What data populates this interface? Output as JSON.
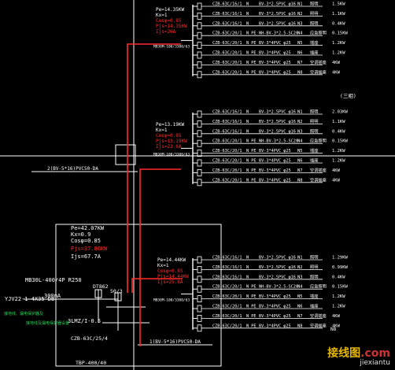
{
  "colors": {
    "background": "#000000",
    "wire": "#ffffff",
    "bus": "#ffffff",
    "red": "#ff2a2a",
    "green": "#2fd35a",
    "label": "#ffffff"
  },
  "annotations": {
    "phase_note": "(三相)",
    "left_feed_1": "2(BV-5*16)PVC50-DA",
    "left_feed_2": "1(BV-5*16)PVC50-DA",
    "main_cable": "YJV22-1-4X35-DB",
    "main_breaker": "MB30L-400/4P R250",
    "rcd": "300mA",
    "breaker2": "DT862",
    "contactor": "3LMZ/I-0.5",
    "cz_breaker": "CZB-63C/25/4",
    "box": "TBP-400/40",
    "note1": "接地线、漏电保护器及",
    "note2": "接地线及漏电保护器设置",
    "w50_3": "50/3",
    "bottom_right_mark": "N8"
  },
  "mains": {
    "title": "Pe=42.07KW",
    "kx": "Kx=0.9",
    "cos": "Cosφ=0.85",
    "pjs": "Pjs=37.86KW",
    "ijs": "Ijs=67.7A"
  },
  "panels": [
    {
      "pe": "Pe=14.35KW",
      "kx": "Kx=1",
      "cos": "Cosφ=0.85",
      "pjs": "Pjs=14.35KW",
      "ijs": "Ijs=26A",
      "busbar_label": "MB30M-100/3300/63",
      "circuits": [
        {
          "breaker": "CZB-63C/16/1",
          "pol": "N",
          "cable": "BV-3*2.5PVC φ16",
          "id": "N1",
          "load": "照明",
          "kw": "1.5KW"
        },
        {
          "breaker": "CZB-63C/16/1",
          "pol": "N",
          "cable": "BV-3*2.5PVC φ16",
          "id": "N2",
          "load": "照明",
          "kw": "1.1KW"
        },
        {
          "breaker": "CZB-63C/16/1",
          "pol": "N",
          "cable": "BV-3*2.5PVC φ16",
          "id": "N3",
          "load": "照明",
          "kw": "0.4KW"
        },
        {
          "breaker": "CZB-63C/20/1",
          "pol": "N PE",
          "cable": "NH-BV-3*2.5-SC20",
          "id": "N4",
          "load": "应急照明",
          "kw": "0.15KW"
        },
        {
          "breaker": "CZB-63C/20/1",
          "pol": "N PE",
          "cable": "BV-3*4PVC φ25",
          "id": "N5",
          "load": "插座",
          "kw": "1.2KW"
        },
        {
          "breaker": "CZB-63C/20/1",
          "pol": "N PE",
          "cable": "BV-3*4PVC φ25",
          "id": "N6",
          "load": "插座",
          "kw": "1.2KW"
        },
        {
          "breaker": "CZB-63C/20/1",
          "pol": "N PE",
          "cable": "BV-3*4PVC φ25",
          "id": "N7",
          "load": "空调插座",
          "kw": "4KW"
        },
        {
          "breaker": "CZB-63C/20/1",
          "pol": "N PE",
          "cable": "BV-3*4PVC φ25",
          "id": "N8",
          "load": "空调插座",
          "kw": "4KW"
        }
      ]
    },
    {
      "pe": "Pe=13.19KW",
      "kx": "Kx=1",
      "cos": "Cosφ=0.85",
      "pjs": "Pjs=13.19KW",
      "ijs": "Ijs=23.6A",
      "busbar_label": "MB30M-100/3300/63",
      "circuits": [
        {
          "breaker": "CZB-63C/16/1",
          "pol": "N",
          "cable": "BV-3*2.5PVC φ16",
          "id": "N1",
          "load": "照明",
          "kw": "2.03KW"
        },
        {
          "breaker": "CZB-63C/16/1",
          "pol": "N",
          "cable": "BV-3*2.5PVC φ16",
          "id": "N2",
          "load": "照明",
          "kw": "1.1KW"
        },
        {
          "breaker": "CZB-63C/16/1",
          "pol": "N",
          "cable": "BV-3*2.5PVC φ16",
          "id": "N3",
          "load": "照明",
          "kw": "0.4KW"
        },
        {
          "breaker": "CZB-63C/20/1",
          "pol": "N PE",
          "cable": "NH-BV-3*2.5-SC20",
          "id": "N4",
          "load": "应急照明",
          "kw": "0.15KW"
        },
        {
          "breaker": "CZB-63C/20/1",
          "pol": "N PE",
          "cable": "BV-3*4PVC φ25",
          "id": "N5",
          "load": "插座",
          "kw": "1.2KW"
        },
        {
          "breaker": "CZB-63C/20/1",
          "pol": "N PE",
          "cable": "BV-3*4PVC φ25",
          "id": "N6",
          "load": "插座",
          "kw": "1.2KW"
        },
        {
          "breaker": "CZB-63C/20/1",
          "pol": "N PE",
          "cable": "BV-3*4PVC φ25",
          "id": "N7",
          "load": "空调插座",
          "kw": "4KW"
        },
        {
          "breaker": "CZB-63C/20/1",
          "pol": "N PE",
          "cable": "BV-3*4PVC φ25",
          "id": "N8",
          "load": "空调插座",
          "kw": "4KW"
        }
      ]
    },
    {
      "pe": "Pe=14.44KW",
      "kx": "Kx=1",
      "cos": "Cosφ=0.85",
      "pjs": "Pjs=14.44KW",
      "ijs": "Ijs=25.8A",
      "busbar_label": "MB30M-100/3300/63",
      "circuits": [
        {
          "breaker": "CZB-63C/16/1",
          "pol": "N",
          "cable": "BV-3*2.5PVC φ16",
          "id": "N1",
          "load": "照明",
          "kw": "1.29KW"
        },
        {
          "breaker": "CZB-63C/16/1",
          "pol": "N",
          "cable": "BV-3*2.5PVC φ16",
          "id": "N2",
          "load": "照明",
          "kw": "0.99KW"
        },
        {
          "breaker": "CZB-63C/16/1",
          "pol": "N",
          "cable": "BV-3*2.5PVC φ16",
          "id": "N3",
          "load": "照明",
          "kw": "0.4KW"
        },
        {
          "breaker": "CZB-63C/20/1",
          "pol": "N PE",
          "cable": "NH-BV-3*2.5-SC20",
          "id": "N4",
          "load": "应急照明",
          "kw": "0.15KW"
        },
        {
          "breaker": "CZB-63C/20/1",
          "pol": "N PE",
          "cable": "BV-3*4PVC φ25",
          "id": "N5",
          "load": "插座",
          "kw": "1.2KW"
        },
        {
          "breaker": "CZB-63C/20/1",
          "pol": "N PE",
          "cable": "BV-3*4PVC φ25",
          "id": "N6",
          "load": "插座",
          "kw": "1.2KW"
        },
        {
          "breaker": "CZB-63C/20/1",
          "pol": "N PE",
          "cable": "BV-3*4PVC φ25",
          "id": "N7",
          "load": "空调插座",
          "kw": "4KW"
        },
        {
          "breaker": "CZB-63C/20/1",
          "pol": "N PE",
          "cable": "BV-3*4PVC φ25",
          "id": "N8",
          "load": "空调插座",
          "kw": "4KW"
        }
      ]
    }
  ],
  "watermark": {
    "text1": "接线图",
    "text2": ".com",
    "url": "jiexiantu"
  }
}
